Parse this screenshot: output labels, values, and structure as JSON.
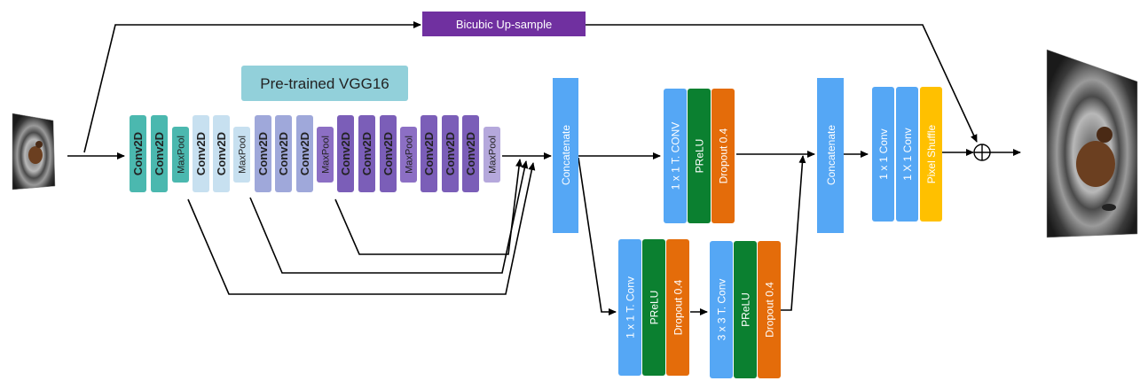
{
  "title_box": {
    "label": "Pre-trained VGG16",
    "color": "#92D0DA"
  },
  "upsample": {
    "label": "Bicubic Up-sample",
    "color": "#7030A0"
  },
  "vgg_layers": [
    {
      "label": "Conv2D",
      "color": "#4BB8AF",
      "text": "#222222"
    },
    {
      "label": "Conv2D",
      "color": "#4BB8AF",
      "text": "#222222"
    },
    {
      "label": "MaxPool",
      "color": "#4BB8AF",
      "text": "#222222"
    },
    {
      "label": "Conv2D",
      "color": "#C7E0F0",
      "text": "#222222"
    },
    {
      "label": "Conv2D",
      "color": "#C7E0F0",
      "text": "#222222"
    },
    {
      "label": "MaxPool",
      "color": "#C7E0F0",
      "text": "#222222"
    },
    {
      "label": "Conv2D",
      "color": "#9FA8DA",
      "text": "#222222"
    },
    {
      "label": "Conv2D",
      "color": "#9FA8DA",
      "text": "#222222"
    },
    {
      "label": "Conv2D",
      "color": "#9FA8DA",
      "text": "#222222"
    },
    {
      "label": "MaxPool",
      "color": "#8C6FC4",
      "text": "#222222"
    },
    {
      "label": "Conv2D",
      "color": "#7B5EB8",
      "text": "#222222"
    },
    {
      "label": "Conv2D",
      "color": "#7B5EB8",
      "text": "#222222"
    },
    {
      "label": "Conv2D",
      "color": "#7B5EB8",
      "text": "#222222"
    },
    {
      "label": "MaxPool",
      "color": "#8C6FC4",
      "text": "#222222"
    },
    {
      "label": "Conv2D",
      "color": "#7B5EB8",
      "text": "#222222"
    },
    {
      "label": "Conv2D",
      "color": "#7B5EB8",
      "text": "#222222"
    },
    {
      "label": "Conv2D",
      "color": "#7B5EB8",
      "text": "#222222"
    },
    {
      "label": "MaxPool",
      "color": "#B5A8DC",
      "text": "#222222"
    }
  ],
  "concat1": {
    "label": "Concatenate",
    "color": "#55A7F5"
  },
  "top_branch": [
    {
      "label": "1 x 1 T. CONV",
      "color": "#55A7F5"
    },
    {
      "label": "PReLU",
      "color": "#0B8030"
    },
    {
      "label": "Dropout 0.4",
      "color": "#E46C0A"
    }
  ],
  "bottom_branch_a": [
    {
      "label": "1 x 1 T. Conv",
      "color": "#55A7F5"
    },
    {
      "label": "PReLU",
      "color": "#0B8030"
    },
    {
      "label": "Dropout 0.4",
      "color": "#E46C0A"
    }
  ],
  "bottom_branch_b": [
    {
      "label": "3 x 3 T. Conv",
      "color": "#55A7F5"
    },
    {
      "label": "PReLU",
      "color": "#0B8030"
    },
    {
      "label": "Dropout 0.4",
      "color": "#E46C0A"
    }
  ],
  "concat2": {
    "label": "Concatenate",
    "color": "#55A7F5"
  },
  "final_block": [
    {
      "label": "1 x 1 Conv",
      "color": "#55A7F5"
    },
    {
      "label": "1 X 1 Conv",
      "color": "#55A7F5"
    },
    {
      "label": "Pixel Shuffle",
      "color": "#FFC000"
    }
  ],
  "sum_symbol": "⊕",
  "images": {
    "input": "low-res-input-image",
    "output": "high-res-output-image"
  }
}
